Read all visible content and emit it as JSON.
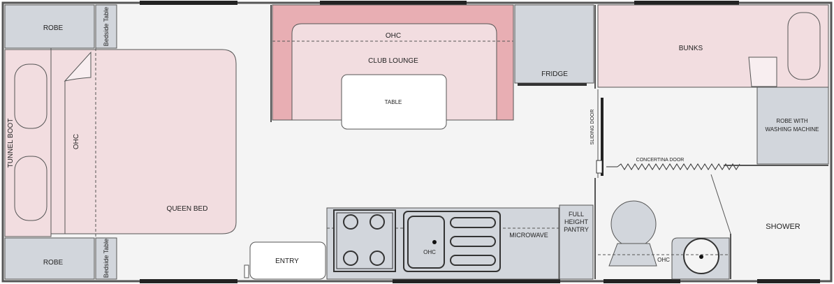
{
  "labels": {
    "robe_top": "ROBE",
    "bedside_top": "Bedside Table",
    "robe_bottom": "ROBE",
    "bedside_bottom": "Bedside Table",
    "tunnel_boot": "TUNNEL BOOT",
    "ohc_bed": "OHC",
    "queen_bed": "QUEEN BED",
    "ohc_lounge": "OHC",
    "club_lounge": "CLUB LOUNGE",
    "table": "TABLE",
    "fridge": "FRIDGE",
    "bunks": "BUNKS",
    "sliding_door": "SLIDING DOOR",
    "robe_washing_1": "ROBE WITH",
    "robe_washing_2": "WASHING MACHINE",
    "concertina_door": "CONCERTINA DOOR",
    "shower": "SHOWER",
    "full_height_pantry_1": "FULL",
    "full_height_pantry_2": "HEIGHT",
    "full_height_pantry_3": "PANTRY",
    "microwave": "MICROWAVE",
    "ohc_kitchen": "OHC",
    "ohc_bathroom": "OHC",
    "entry": "ENTRY"
  },
  "colors": {
    "wall": "#555555",
    "window": "#222222",
    "bed_fill": "#f2dde0",
    "lounge_dark": "#e8aeb3",
    "lounge_light": "#f2dde0",
    "cabinet": "#d2d6dc",
    "floor": "#f4f4f4"
  }
}
